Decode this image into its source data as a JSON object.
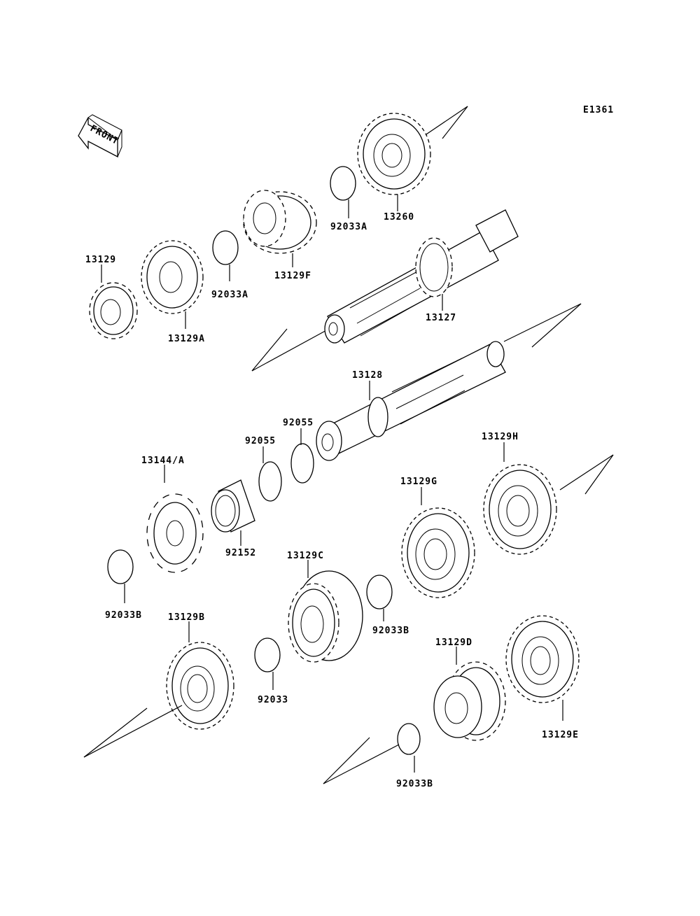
{
  "diagram_id": "E1361",
  "front_label": "FRONT",
  "parts": {
    "p13260": "13260",
    "p92033A_top": "92033A",
    "p13129F": "13129F",
    "p92033A_mid": "92033A",
    "p13129": "13129",
    "p13129A": "13129A",
    "p13127": "13127",
    "p13128": "13128",
    "p92055_right": "92055",
    "p92055_left": "92055",
    "p13144A": "13144/A",
    "p92152": "92152",
    "p13129H": "13129H",
    "p13129G": "13129G",
    "p13129C": "13129C",
    "p92033B_left": "92033B",
    "p92033B_mid": "92033B",
    "p13129B": "13129B",
    "p92033": "92033",
    "p13129D": "13129D",
    "p13129E": "13129E",
    "p92033B_bottom": "92033B"
  }
}
